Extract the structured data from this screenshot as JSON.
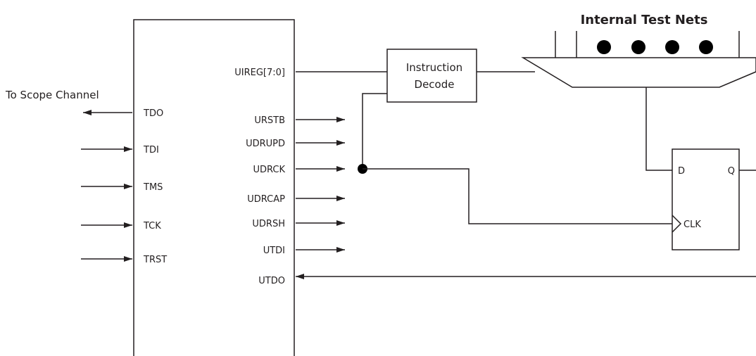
{
  "header": {
    "title": "Internal Test Nets"
  },
  "left_block": {
    "ports": [
      {
        "name": "tdo",
        "label": "TDO"
      },
      {
        "name": "tdi",
        "label": "TDI"
      },
      {
        "name": "tms",
        "label": "TMS"
      },
      {
        "name": "tck",
        "label": "TCK"
      },
      {
        "name": "trst",
        "label": "TRST"
      }
    ],
    "tdo_destination": "To Scope Channel"
  },
  "right_block": {
    "ports": [
      {
        "name": "uireg",
        "label": "UIREG[7:0]"
      },
      {
        "name": "urstb",
        "label": "URSTB"
      },
      {
        "name": "udrupd",
        "label": "UDRUPD"
      },
      {
        "name": "udrck",
        "label": "UDRCK"
      },
      {
        "name": "udrcap",
        "label": "UDRCAP"
      },
      {
        "name": "udrsh",
        "label": "UDRSH"
      },
      {
        "name": "utdi",
        "label": "UTDI"
      },
      {
        "name": "utdo",
        "label": "UTDO"
      }
    ]
  },
  "decoder": {
    "line1": "Instruction",
    "line2": "Decode"
  },
  "flipflop": {
    "d_label": "D",
    "q_label": "Q",
    "clk_label": "CLK"
  }
}
